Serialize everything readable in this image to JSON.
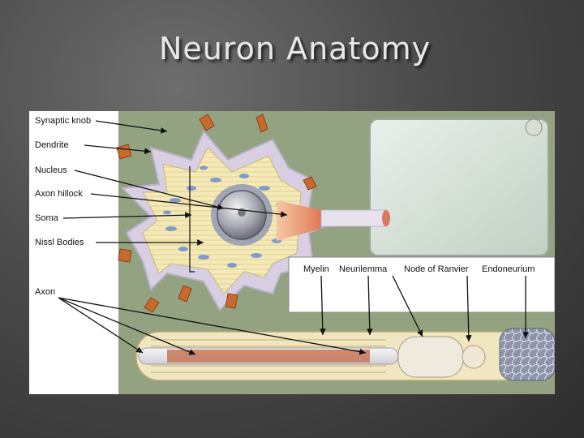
{
  "slide": {
    "title": "Neuron Anatomy"
  },
  "diagram": {
    "left_labels": [
      "Synaptic knob",
      "Dendrite",
      "Nucleus",
      "Axon hillock",
      "Soma",
      "Nissl Bodies",
      "Axon"
    ],
    "right_labels": [
      "Myelin",
      "Neurilemma",
      "Node of Ranvier",
      "Endoneurium"
    ]
  }
}
